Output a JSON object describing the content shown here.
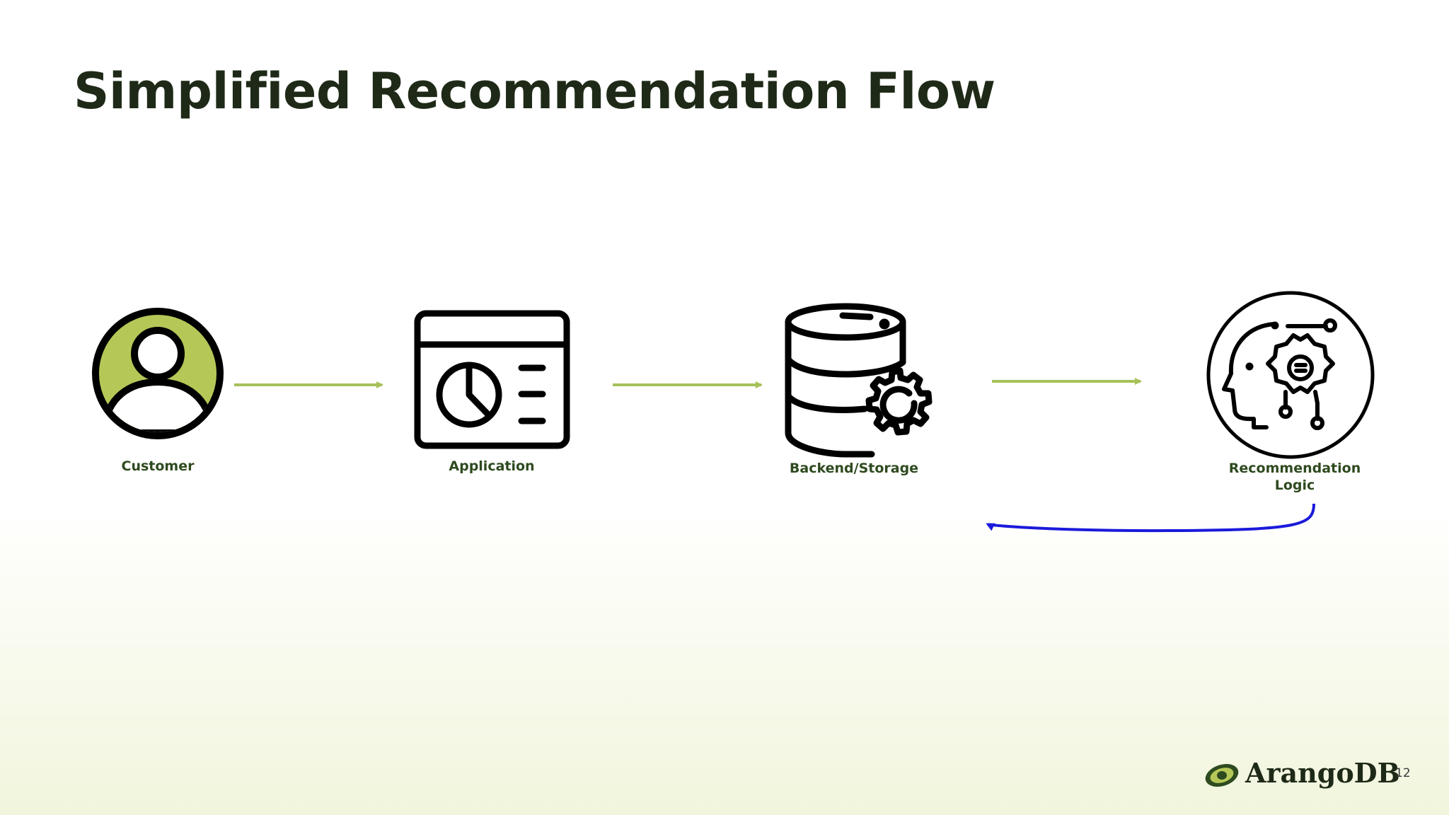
{
  "slide": {
    "title": "Simplified Recommendation Flow",
    "page_number": "12"
  },
  "brand": {
    "name": "ArangoDB",
    "logo_icon": "avocado-icon"
  },
  "colors": {
    "title": "#1e2a17",
    "label": "#2e4a1f",
    "arrow": "#a6c159",
    "return_arrow": "#1a1adc",
    "customer_fill": "#b5c857",
    "icon_stroke": "#111111"
  },
  "nodes": [
    {
      "id": "customer",
      "label": "Customer",
      "icon": "user-avatar-icon"
    },
    {
      "id": "application",
      "label": "Application",
      "icon": "dashboard-window-icon"
    },
    {
      "id": "backend",
      "label": "Backend/Storage",
      "icon": "database-gear-icon"
    },
    {
      "id": "recommendation",
      "label_line1": "Recommendation",
      "label_line2": "Logic",
      "icon": "ai-head-gear-icon"
    }
  ],
  "edges": [
    {
      "from": "customer",
      "to": "application"
    },
    {
      "from": "application",
      "to": "backend"
    },
    {
      "from": "backend",
      "to": "recommendation"
    },
    {
      "from": "recommendation",
      "to": "backend"
    }
  ]
}
